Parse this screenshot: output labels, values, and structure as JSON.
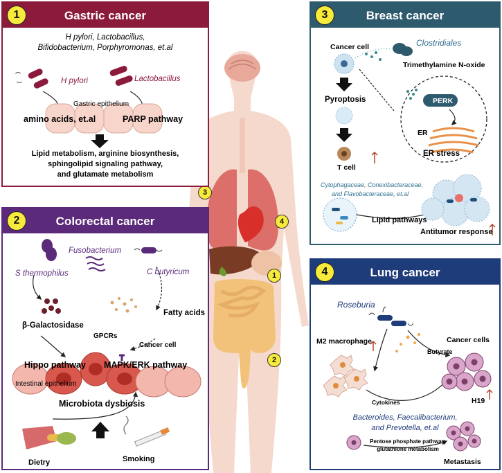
{
  "body_markers": [
    "1",
    "2",
    "3",
    "4"
  ],
  "gastric": {
    "number": "1",
    "title": "Gastric cancer",
    "bacteria_line1": "H pylori, Lactobacillus,",
    "bacteria_line2": "Bifidobacterium, Porphyromonas, et.al",
    "hpylori": "H pylori",
    "lactobacillus": "Lactobacillus",
    "epithelium": "Gastric epithelium",
    "amino": "amino acids, et.al",
    "parp": "PARP pathway",
    "outcome_line1": "Lipid metabolism, arginine biosynthesis,",
    "outcome_line2": "sphingolipid signaling pathway,",
    "outcome_line3": "and glutamate metabolism"
  },
  "colorectal": {
    "number": "2",
    "title": "Colorectal cancer",
    "fusobacterium": "Fusobacterium",
    "s_thermophilus": "S thermophilus",
    "c_butyricum": "C butyricum",
    "galactosidase": "β-Galactosidase",
    "fatty_acids": "Fatty acids",
    "gpcrs": "GPCRs",
    "cancer_cell": "Cancer cell",
    "hippo": "Hippo pathway",
    "mapk": "MAPK/ERK pathway",
    "epithelium": "Intestinal epithelium",
    "dysbiosis": "Microbiota dysbiosis",
    "diet": "Dietry",
    "smoking": "Smoking"
  },
  "breast": {
    "number": "3",
    "title": "Breast cancer",
    "cancer_cell": "Cancer cell",
    "clostridiales": "Clostridiales",
    "tmao": "Trimethylamine N-oxide",
    "pyroptosis": "Pyroptosis",
    "perk": "PERK",
    "er": "ER",
    "er_stress": "ER stress",
    "t_cell": "T cell",
    "families_line1": "Cytophagaceae, Conexibacteraceae,",
    "families_line2": "and Flavobacteraceae, et.al",
    "lipid": "Lipid pathways",
    "antitumor": "Antitumor response"
  },
  "lung": {
    "number": "4",
    "title": "Lung cancer",
    "roseburia": "Roseburia",
    "m2": "M2 macrophage",
    "butyrate": "Butyrate",
    "cancer_cells": "Cancer cells",
    "cytokines": "Cytokines",
    "h19": "H19",
    "bact_line1": "Bacteroides, Faecalibacterium,",
    "bact_line2": "and Prevotella, et.al",
    "pathway_line1": "Pentose phosphate pathway,",
    "pathway_line2": "glutathione metabolism",
    "metastasis": "Metastasis"
  },
  "colors": {
    "gastric": "#8b1a3b",
    "colorectal": "#5b2a7a",
    "breast": "#2e5a6e",
    "lung": "#1f3c7a",
    "marker": "#f7ea3b",
    "up_arrow": "#b5412c"
  }
}
